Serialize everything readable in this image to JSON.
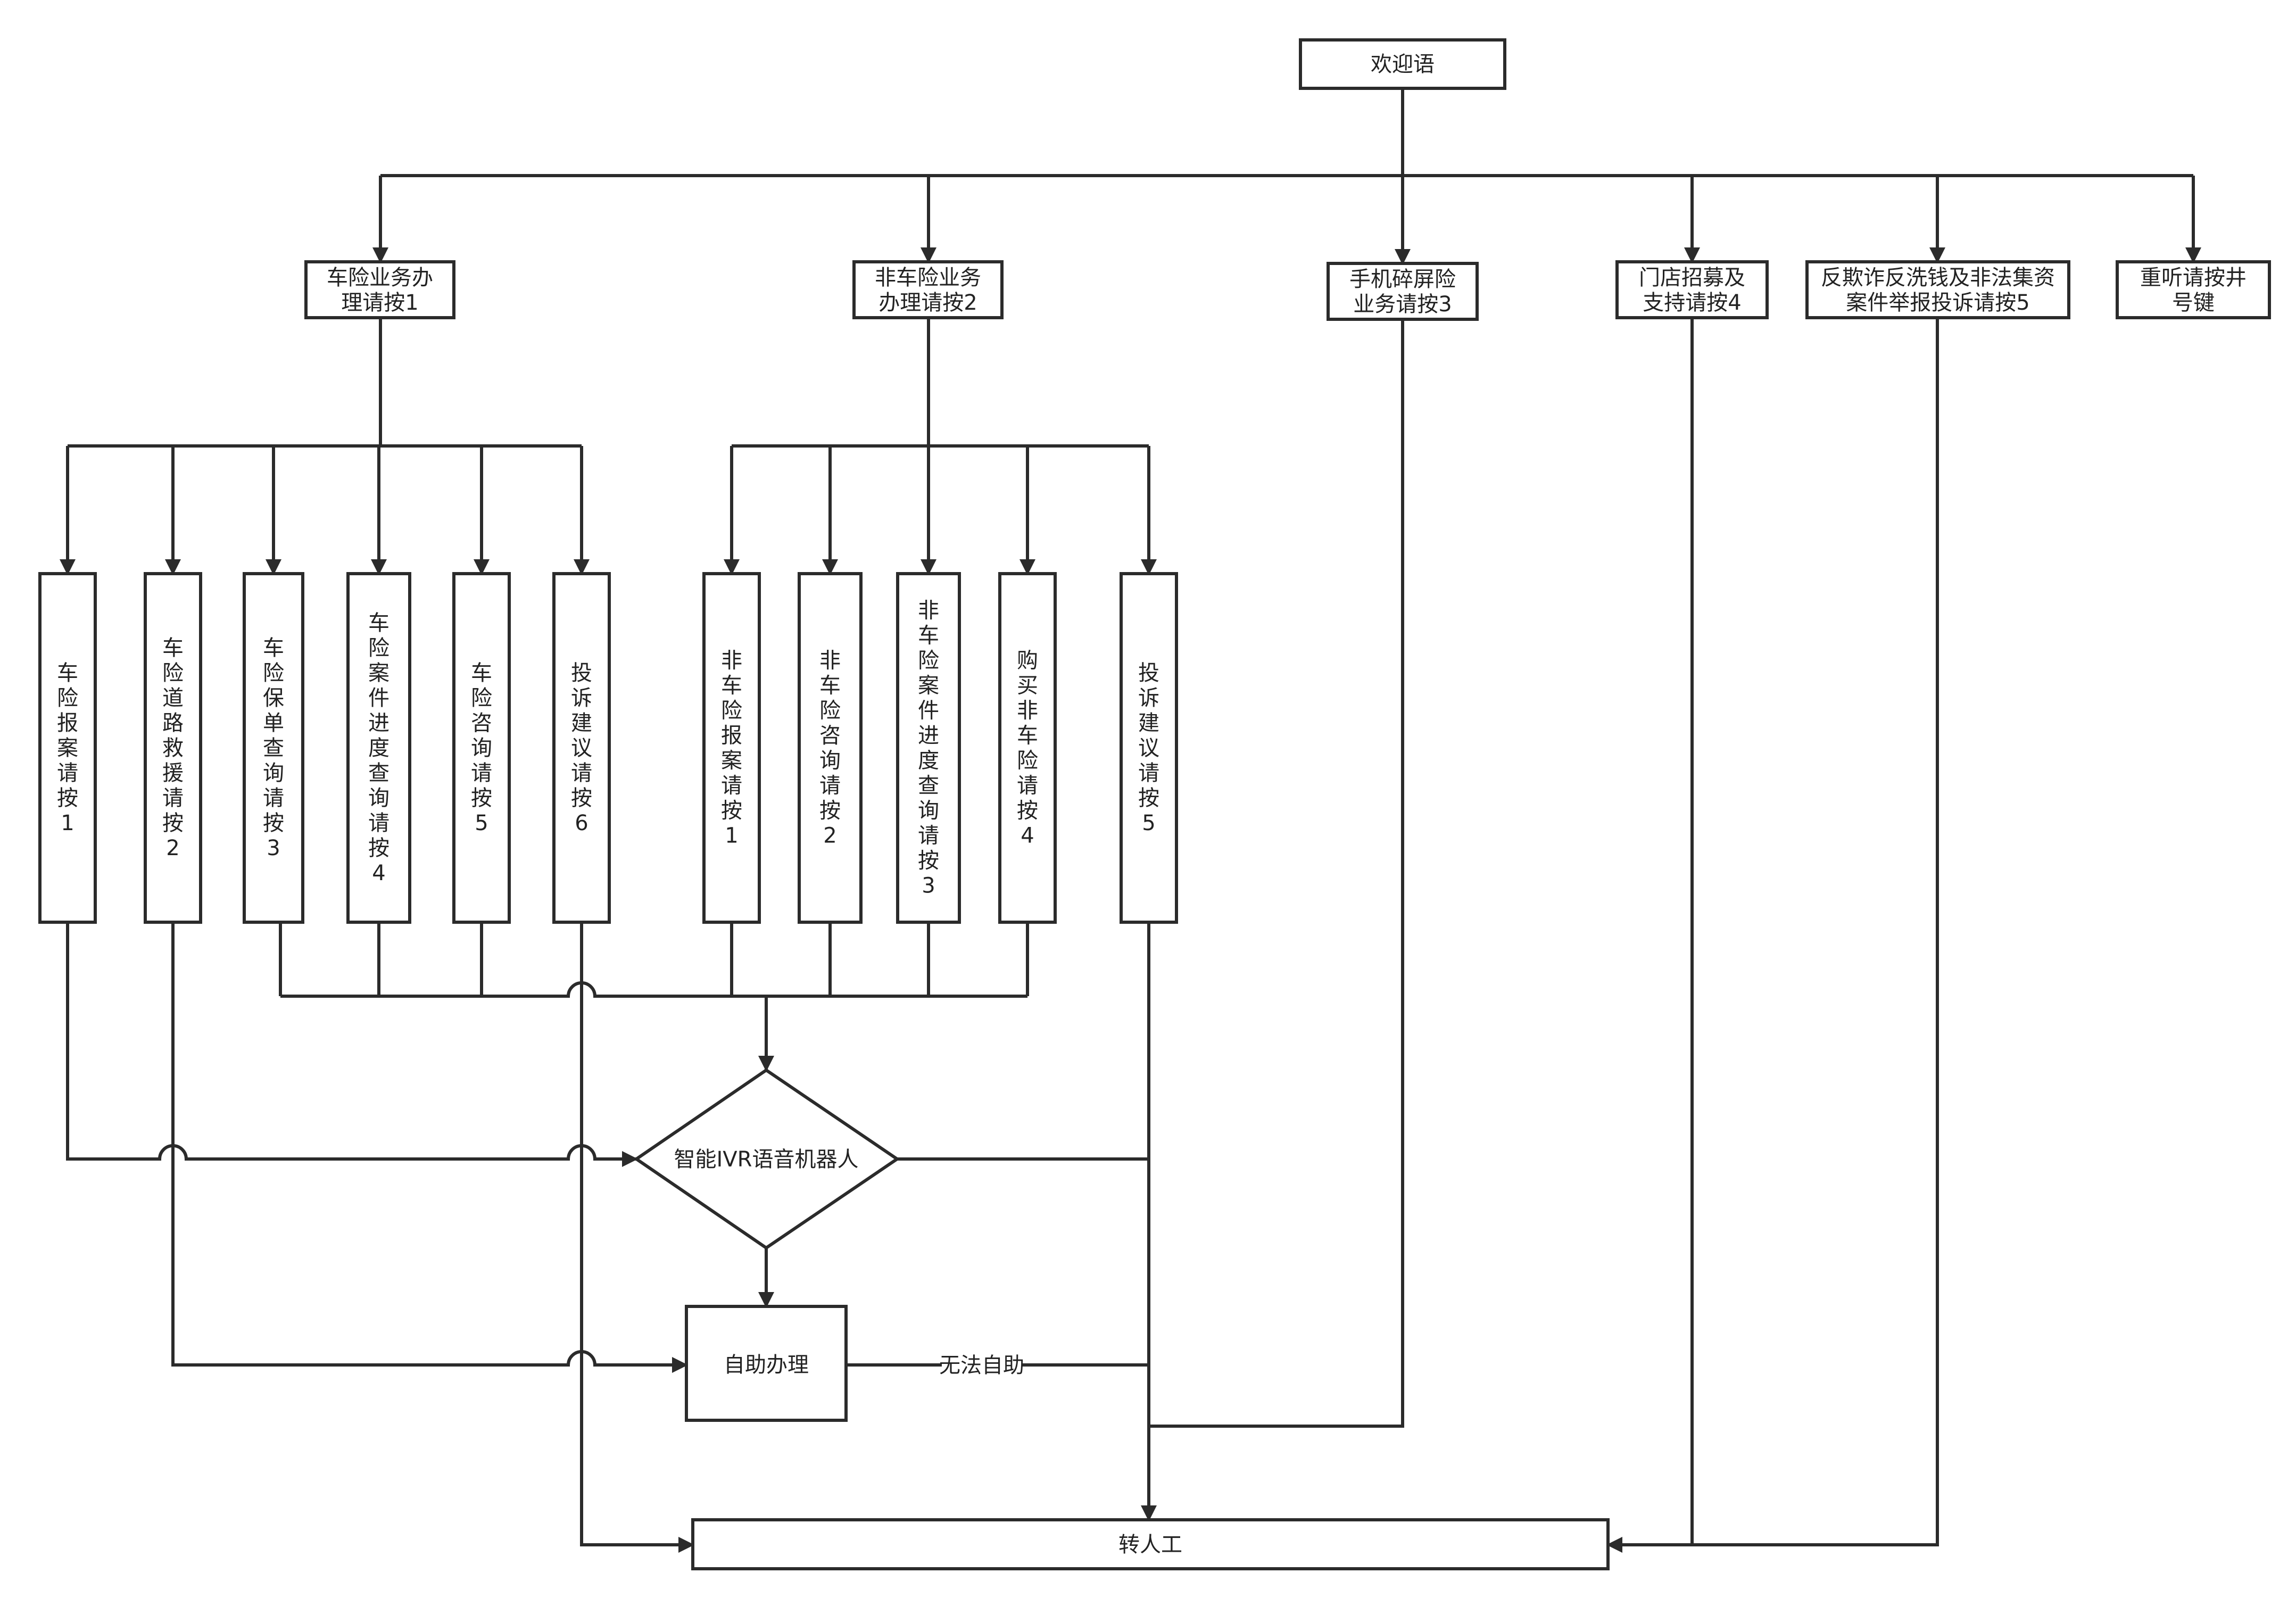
{
  "nodes": {
    "welcome": "欢迎语",
    "auto_menu": [
      "车险业务办",
      "理请按1"
    ],
    "non_auto_menu": [
      "非车险业务",
      "办理请按2"
    ],
    "phone_screen": [
      "手机碎屏险",
      "业务请按3"
    ],
    "store": [
      "门店招募及",
      "支持请按4"
    ],
    "fraud": [
      "反欺诈反洗钱及非法集资",
      "案件举报投诉请按5"
    ],
    "repeat": [
      "重听请按井",
      "号键"
    ],
    "auto_opts": [
      "车险报案请按1",
      "车险道路救援请按2",
      "车险保单查询请按3",
      "车险案件进度查询请按4",
      "车险咨询请按5",
      "投诉建议请按6"
    ],
    "non_auto_opts": [
      "非车险报案请按1",
      "非车险咨询请按2",
      "非车险案件进度查询请按3",
      "购买非车险请按4",
      "投诉建议请按5"
    ],
    "ivr": "智能IVR语音机器人",
    "self_service": "自助办理",
    "transfer": "转人工"
  },
  "edge_labels": {
    "cannot_self_serve": "无法自助"
  }
}
